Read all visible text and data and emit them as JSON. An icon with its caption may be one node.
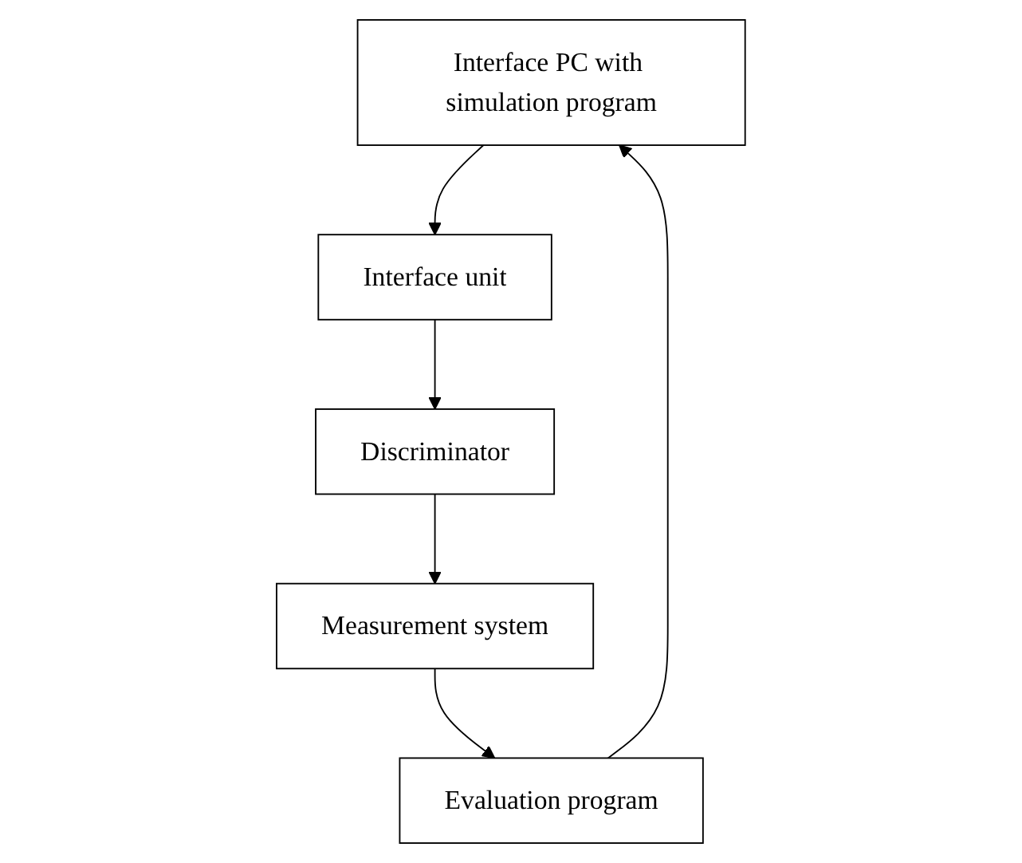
{
  "diagram": {
    "nodes": [
      {
        "text": [
          "Interface PC with simulation program"
        ]
      },
      {
        "text": [
          "Evaluation program"
        ]
      },
      {
        "text": [
          "Interface unit"
        ]
      },
      {
        "text": [
          "Measurement system"
        ]
      },
      {
        "text": [
          "Discriminator"
        ]
      }
    ],
    "edges": [
      {
        "from": 0,
        "to": 2,
        "arrow": "to"
      },
      {
        "from": 2,
        "to": 4,
        "arrow": "to"
      },
      {
        "from": 4,
        "to": 3,
        "arrow": "to"
      },
      {
        "from": 3,
        "to": 1,
        "arrow": "to"
      },
      {
        "from": 1,
        "to": 0,
        "arrow": "to"
      }
    ]
  }
}
